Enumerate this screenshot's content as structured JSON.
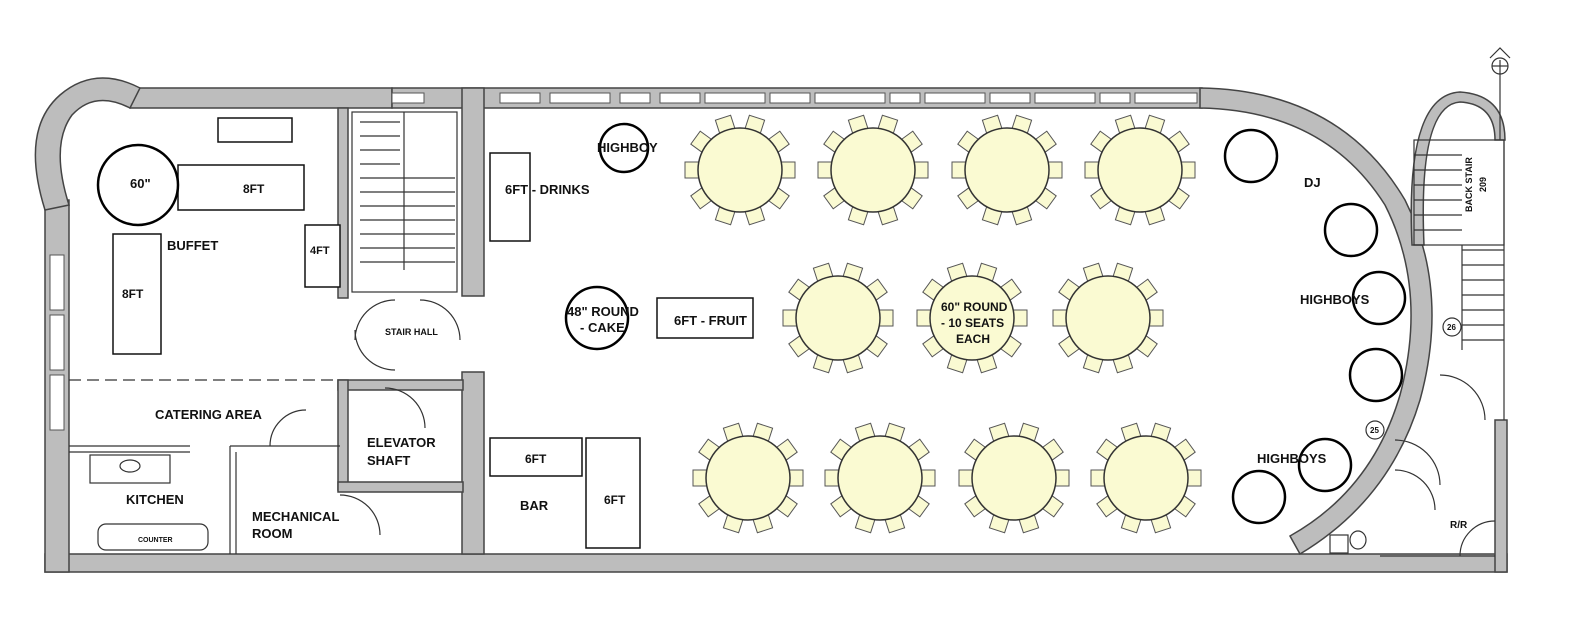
{
  "labels": {
    "highboy_top": "HIGHBOY",
    "drinks": "6FT - DRINKS",
    "buffet": "BUFFET",
    "table_60": "60\"",
    "table_8ft_a": "8FT",
    "table_8ft_b": "8FT",
    "table_4ft": "4FT",
    "stair_hall": "STAIR HALL",
    "cake_1": "48\" ROUND",
    "cake_2": "- CAKE",
    "fruit": "6FT - FRUIT",
    "round_1": "60\" ROUND",
    "round_2": "- 10 SEATS",
    "round_3": "EACH",
    "dj": "DJ",
    "highboys_mid": "HIGHBOYS",
    "highboys_bot": "HIGHBOYS",
    "catering": "CATERING AREA",
    "elevator_1": "ELEVATOR",
    "elevator_2": "SHAFT",
    "kitchen": "KITCHEN",
    "counter": "COUNTER",
    "mech_1": "MECHANICAL",
    "mech_2": "ROOM",
    "bar": "BAR",
    "bar_6ft_a": "6FT",
    "bar_6ft_b": "6FT",
    "back_stair": "BACK STAIR",
    "back_stair_num": "209",
    "door_26": "26",
    "door_25": "25",
    "rr": "R/R"
  },
  "colors": {
    "table_fill": "#fafad2",
    "wall_fill": "#bdbdbd"
  }
}
